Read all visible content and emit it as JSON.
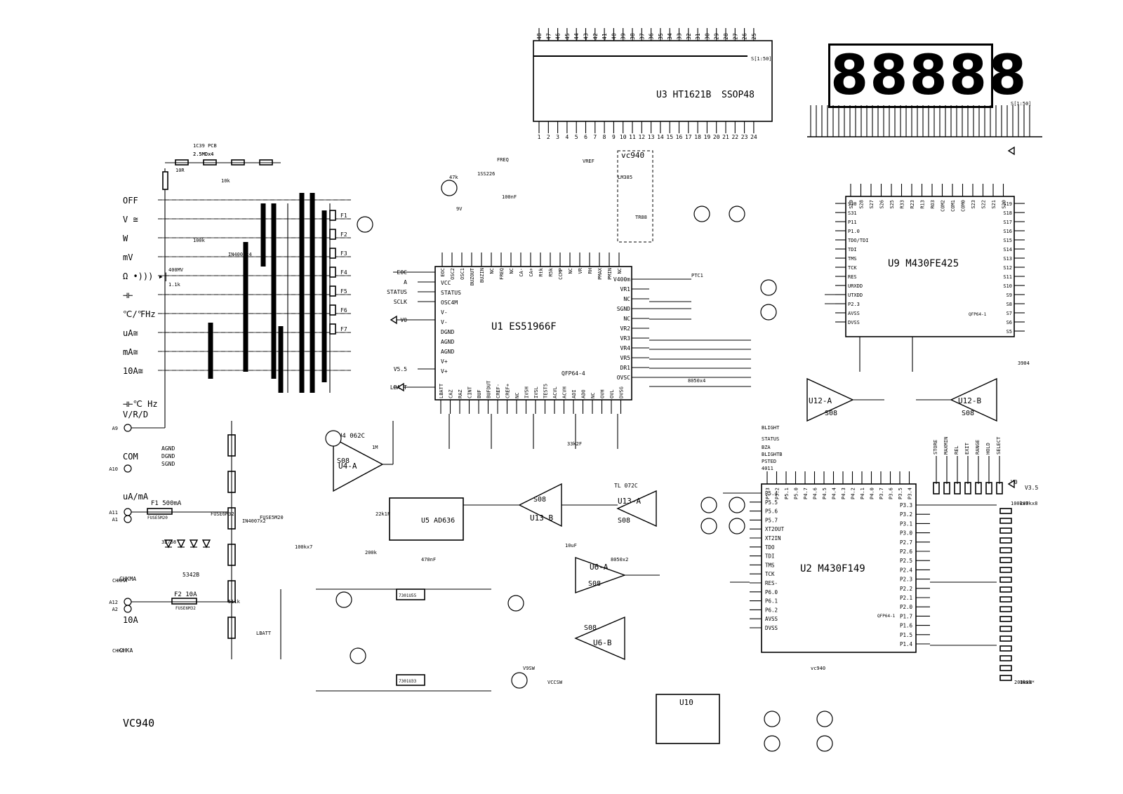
{
  "title": "VC940",
  "display": "88888",
  "chips": {
    "u1": {
      "name": "U1 ES51966F",
      "pkg": "QFP64-4"
    },
    "u2": {
      "name": "U2 M430F149",
      "pkg": "QFP64-1"
    },
    "u3": {
      "name": "U3 HT1621B",
      "pkg": "SSOP48"
    },
    "u9": {
      "name": "U9 M430FE425",
      "pkg": "QFP64-1"
    },
    "u5": "U5 AD636",
    "u4": "U4 062C",
    "u4a": "U4-A",
    "u13a": "U13-A",
    "u13b": "U13-B",
    "u6a": "U6-A",
    "u6b": "U6-B",
    "u12a": "U12-A",
    "u12b": "U12-B",
    "u10": "U10",
    "u7": "7301U55",
    "u8": "7301U33",
    "s08": "S08",
    "tl072c": "TL 072C"
  },
  "ranges": [
    "OFF",
    "V ≅",
    "W",
    "mV",
    "Ω •))) ▸|",
    "⊣⊢",
    "℃/℉Hz",
    "uA≅",
    "mA≅",
    "10A≅"
  ],
  "inputs": {
    "hz": "⊣⊢℃ Hz",
    "vrd": "V/R/D",
    "com": "COM",
    "uama": "uA/mA",
    "a10": "10A",
    "grounds": [
      "AGND",
      "DGND",
      "SGND"
    ],
    "terminals": [
      "A9",
      "A10",
      "A11",
      "A1",
      "A12",
      "A2"
    ]
  },
  "u1_left_pins": [
    "EOC",
    "A",
    "STATUS",
    "SCLK",
    "V0",
    "V5.5",
    "LBATT"
  ],
  "u1_top_pins": [
    "EOC",
    "OSC2",
    "OSC1",
    "BUZOUT",
    "BUZIN",
    "NC",
    "FREQ",
    "NC",
    "CA-",
    "CA+",
    "Rtk",
    "R5k",
    "CCMP",
    "NC",
    "VR",
    "RH",
    "PMAX",
    "PMIN",
    "NC"
  ],
  "u1_right_pins": [
    "V400m",
    "VR1",
    "NC",
    "SGND",
    "NC",
    "VR2",
    "VR3",
    "VR4",
    "VR5",
    "DR1",
    "OVSC"
  ],
  "u1_inner_left": [
    "VCC",
    "STATUS",
    "OSC4M",
    "V-",
    "V-",
    "DGND",
    "AGND",
    "AGND",
    "V+",
    "V+"
  ],
  "u1_bottom_pins": [
    "LBATT",
    "CAZ",
    "RAZ",
    "CINT",
    "BUF",
    "BUFDUT",
    "CREF-",
    "CREF+",
    "NC",
    "IVSH",
    "IVSL",
    "TEST5",
    "ACVL",
    "ACVH",
    "ADI",
    "ADO",
    "NC",
    "OVH",
    "OVL",
    "DVSG"
  ],
  "u2_left_pins": [
    "P5.4",
    "P5.5",
    "P5.6",
    "P5.7",
    "XT2OUT",
    "XT2IN",
    "TDO",
    "TDI",
    "TMS",
    "TCK",
    "RES-",
    "P6.0",
    "P6.1",
    "P6.2",
    "AVSS",
    "DVSS"
  ],
  "u2_right_pins": [
    "P3.3",
    "P3.2",
    "P3.1",
    "P3.0",
    "P2.7",
    "P2.6",
    "P2.5",
    "P2.4",
    "P2.3",
    "P2.2",
    "P2.1",
    "P2.0",
    "P1.7",
    "P1.6",
    "P1.5",
    "P1.4"
  ],
  "u2_top_pins": [
    "P5.3",
    "P5.2",
    "P5.1",
    "P5.0",
    "P4.7",
    "P4.6",
    "P4.5",
    "P4.4",
    "P4.3",
    "P4.2",
    "P4.1",
    "P4.0",
    "P3.7",
    "P3.6",
    "P3.5",
    "P3.4"
  ],
  "u9_left_pins": [
    "S30",
    "S31",
    "P11",
    "P1.0",
    "TDO/TDI",
    "TDI",
    "TMS",
    "TCK",
    "RES",
    "URXDD",
    "UTXDD",
    "P2.3",
    "AVSS",
    "DVSS"
  ],
  "u9_right_pins": [
    "S19",
    "S18",
    "S17",
    "S16",
    "S15",
    "S14",
    "S13",
    "S12",
    "S11",
    "S10",
    "S9",
    "S8",
    "S7",
    "S6",
    "S5"
  ],
  "u9_top_pins": [
    "S29",
    "S28",
    "S27",
    "S26",
    "S25",
    "R33",
    "R23",
    "R13",
    "RO3",
    "COM2",
    "COM1",
    "COM0",
    "S23",
    "S22",
    "S21",
    "S20"
  ],
  "buttons": [
    "STORE",
    "MAXMIN",
    "REL",
    "EXIT",
    "RANGE",
    "HOLD",
    "SELECT"
  ],
  "signals": [
    "BLIGHT",
    "STATUS",
    "BZA",
    "BLIGHTB",
    "PSTED",
    "4011",
    "FREQ",
    "VREF",
    "VCCSW",
    "V9SW",
    "LBATT",
    "CHKMA",
    "CHKA",
    "FUSE5M20",
    "FUSE6M32",
    "IN4007x2",
    "IN4007x4",
    "400MV",
    "PTC1",
    "1SS226",
    "3904",
    "8050x2",
    "8050x4",
    "32768",
    "vc940",
    "LM385",
    "TR88"
  ],
  "fuses": {
    "f1": "F1 500mA",
    "f2": "F2 10A"
  },
  "values": [
    "2.5MDx4",
    "10R",
    "10k",
    "100k",
    "47k",
    "1.1k",
    "100nF",
    "10uF",
    "470nF",
    "22k1F",
    "200k",
    "511k",
    "1M",
    "33k2F",
    "100k*",
    "200kx8",
    "100kx7",
    "9V"
  ]
}
